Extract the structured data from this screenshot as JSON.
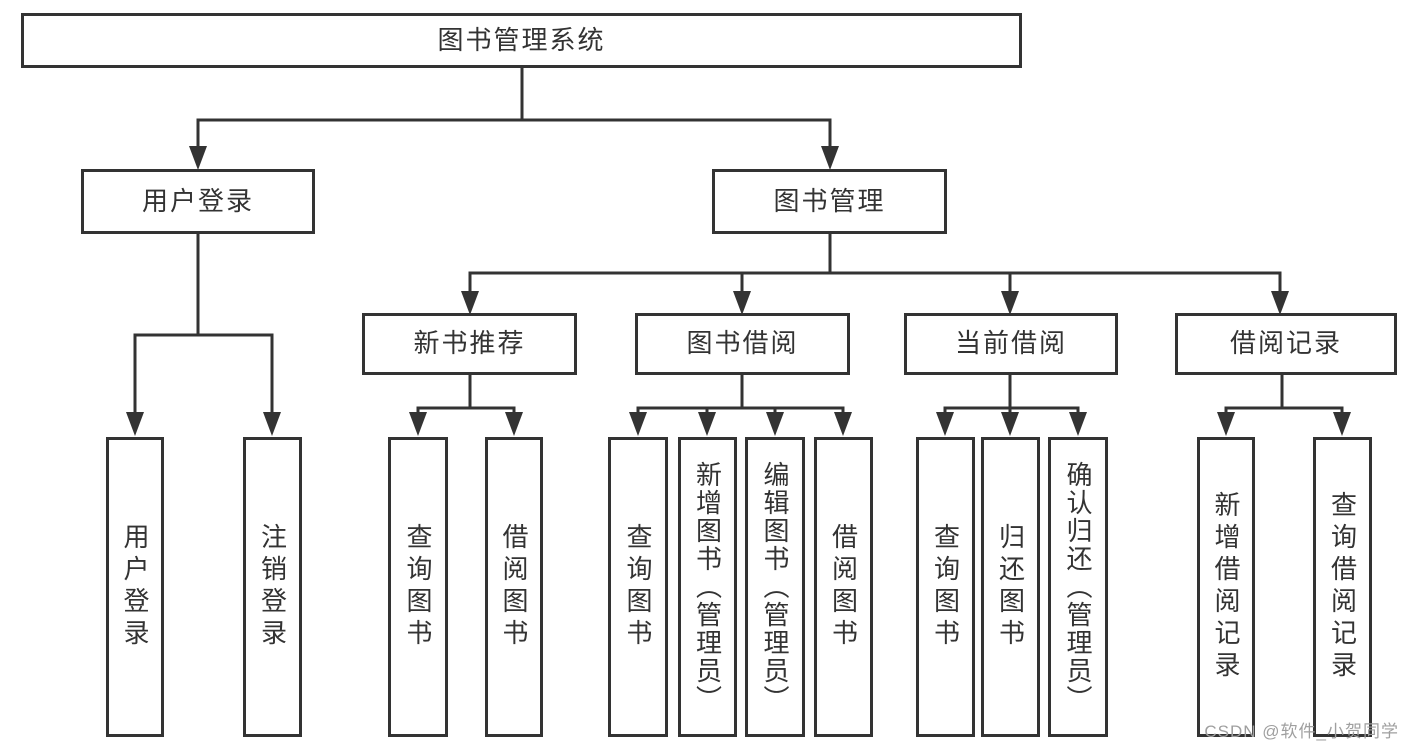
{
  "diagram": {
    "title": "图书管理系统",
    "root": {
      "label": "图书管理系统"
    },
    "branches": [
      {
        "label": "用户登录",
        "children": [
          {
            "label": "用户登录"
          },
          {
            "label": "注销登录"
          }
        ]
      },
      {
        "label": "图书管理",
        "children": [
          {
            "label": "新书推荐",
            "children": [
              {
                "label": "查询图书"
              },
              {
                "label": "借阅图书"
              }
            ]
          },
          {
            "label": "图书借阅",
            "children": [
              {
                "label": "查询图书"
              },
              {
                "label": "新增图书（管理员）"
              },
              {
                "label": "编辑图书（管理员）"
              },
              {
                "label": "借阅图书"
              }
            ]
          },
          {
            "label": "当前借阅",
            "children": [
              {
                "label": "查询图书"
              },
              {
                "label": "归还图书"
              },
              {
                "label": "确认归还（管理员）"
              }
            ]
          },
          {
            "label": "借阅记录",
            "children": [
              {
                "label": "新增借阅记录"
              },
              {
                "label": "查询借阅记录"
              }
            ]
          }
        ]
      }
    ]
  },
  "watermark": {
    "text": "CSDN @软件_小贺同学"
  },
  "colors": {
    "line": "#333333",
    "text": "#333333",
    "box_background": "#ffffff",
    "watermark": "#9f9f9f",
    "background": "#ffffff"
  }
}
